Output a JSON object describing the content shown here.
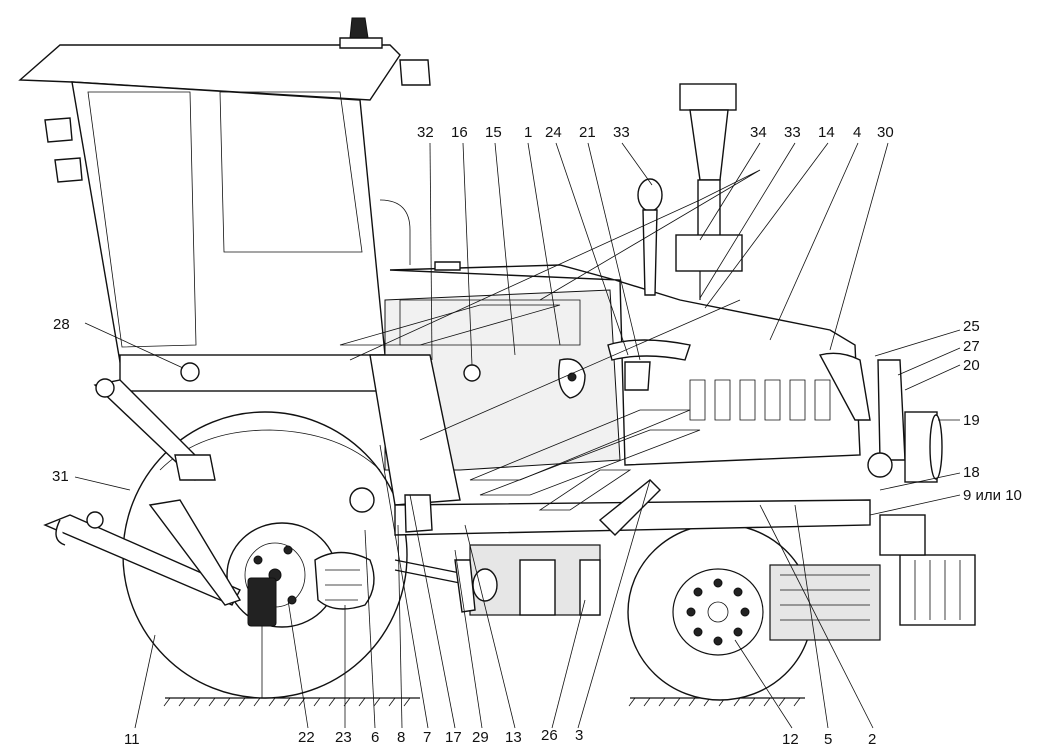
{
  "callouts": [
    {
      "id": "c32",
      "label": "32"
    },
    {
      "id": "c16",
      "label": "16"
    },
    {
      "id": "c15",
      "label": "15"
    },
    {
      "id": "c1",
      "label": "1"
    },
    {
      "id": "c24",
      "label": "24"
    },
    {
      "id": "c21",
      "label": "21"
    },
    {
      "id": "c33a",
      "label": "33"
    },
    {
      "id": "c34",
      "label": "34"
    },
    {
      "id": "c33b",
      "label": "33"
    },
    {
      "id": "c14",
      "label": "14"
    },
    {
      "id": "c4",
      "label": "4"
    },
    {
      "id": "c30",
      "label": "30"
    },
    {
      "id": "c28",
      "label": "28"
    },
    {
      "id": "c25",
      "label": "25"
    },
    {
      "id": "c27",
      "label": "27"
    },
    {
      "id": "c20",
      "label": "20"
    },
    {
      "id": "c19",
      "label": "19"
    },
    {
      "id": "c31",
      "label": "31"
    },
    {
      "id": "c18",
      "label": "18"
    },
    {
      "id": "c9",
      "label": "9 или 10"
    },
    {
      "id": "c11",
      "label": "11"
    },
    {
      "id": "c22",
      "label": "22"
    },
    {
      "id": "c23",
      "label": "23"
    },
    {
      "id": "c6",
      "label": "6"
    },
    {
      "id": "c8",
      "label": "8"
    },
    {
      "id": "c7",
      "label": "7"
    },
    {
      "id": "c17",
      "label": "17"
    },
    {
      "id": "c29",
      "label": "29"
    },
    {
      "id": "c13",
      "label": "13"
    },
    {
      "id": "c26",
      "label": "26"
    },
    {
      "id": "c3",
      "label": "3"
    },
    {
      "id": "c12",
      "label": "12"
    },
    {
      "id": "c5",
      "label": "5"
    },
    {
      "id": "c2",
      "label": "2"
    }
  ]
}
